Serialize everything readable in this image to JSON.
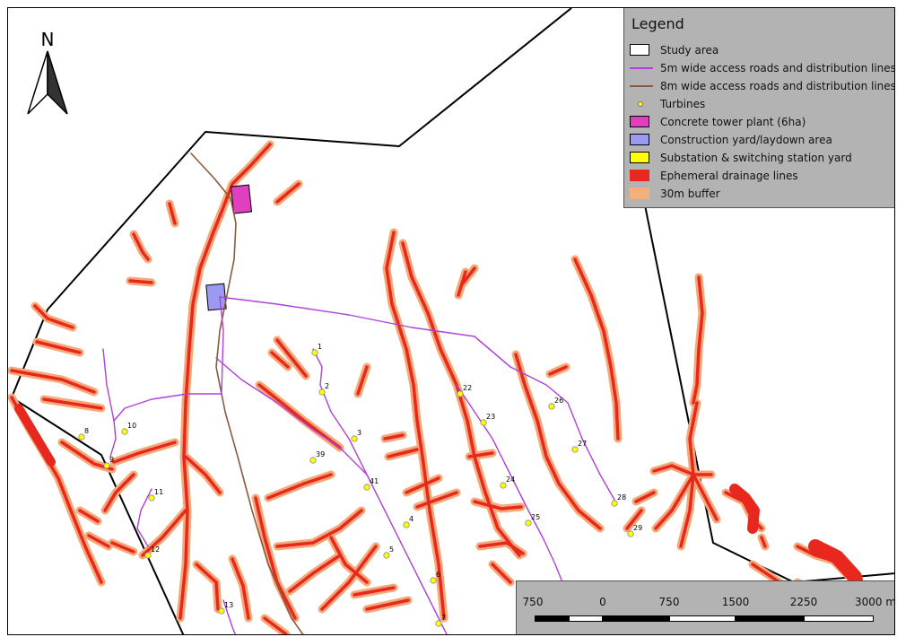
{
  "legend": {
    "title": "Legend",
    "items": [
      {
        "label": "Study area",
        "swatch": "box",
        "fill": "#ffffff",
        "stroke": "#000000"
      },
      {
        "label": "5m wide access roads and distribution lines",
        "swatch": "line",
        "color": "#b040d8"
      },
      {
        "label": "8m wide access roads and distribution lines",
        "swatch": "line",
        "color": "#8b5a3c"
      },
      {
        "label": "Turbines",
        "swatch": "dot",
        "color": "#ffff00"
      },
      {
        "label": "Concrete tower plant (6ha)",
        "swatch": "box",
        "fill": "#e040c0",
        "stroke": "#000000"
      },
      {
        "label": "Construction yard/laydown area",
        "swatch": "box",
        "fill": "#9a9af0",
        "stroke": "#000000"
      },
      {
        "label": "Substation & switching station yard",
        "swatch": "box",
        "fill": "#ffff00",
        "stroke": "#000000"
      },
      {
        "label": "Ephemeral drainage lines",
        "swatch": "box",
        "fill": "#e8281e",
        "stroke": "#e8281e"
      },
      {
        "label": "30m buffer",
        "swatch": "box",
        "fill": "#f5b07a",
        "stroke": "#f5b07a"
      }
    ]
  },
  "north_arrow": {
    "label": "N"
  },
  "scale_bar": {
    "labels": [
      "750",
      "0",
      "750",
      "1500",
      "2250",
      "3000 m"
    ]
  },
  "colors": {
    "drainage": "#e8281e",
    "buffer": "#f5a878",
    "road_5m": "#b040d8",
    "road_8m": "#8b5a3c",
    "turbine": "#ffff00",
    "tower_plant": "#e040c0",
    "laydown": "#9a9af0",
    "boundary": "#000000"
  },
  "turbines": [
    {
      "id": "1"
    },
    {
      "id": "2"
    },
    {
      "id": "3"
    },
    {
      "id": "4"
    },
    {
      "id": "5"
    },
    {
      "id": "6"
    },
    {
      "id": "7"
    },
    {
      "id": "8"
    },
    {
      "id": "9"
    },
    {
      "id": "10"
    },
    {
      "id": "11"
    },
    {
      "id": "12"
    },
    {
      "id": "13"
    },
    {
      "id": "22"
    },
    {
      "id": "23"
    },
    {
      "id": "24"
    },
    {
      "id": "25"
    },
    {
      "id": "26"
    },
    {
      "id": "27"
    },
    {
      "id": "28"
    },
    {
      "id": "29"
    },
    {
      "id": "39"
    },
    {
      "id": "41"
    }
  ]
}
